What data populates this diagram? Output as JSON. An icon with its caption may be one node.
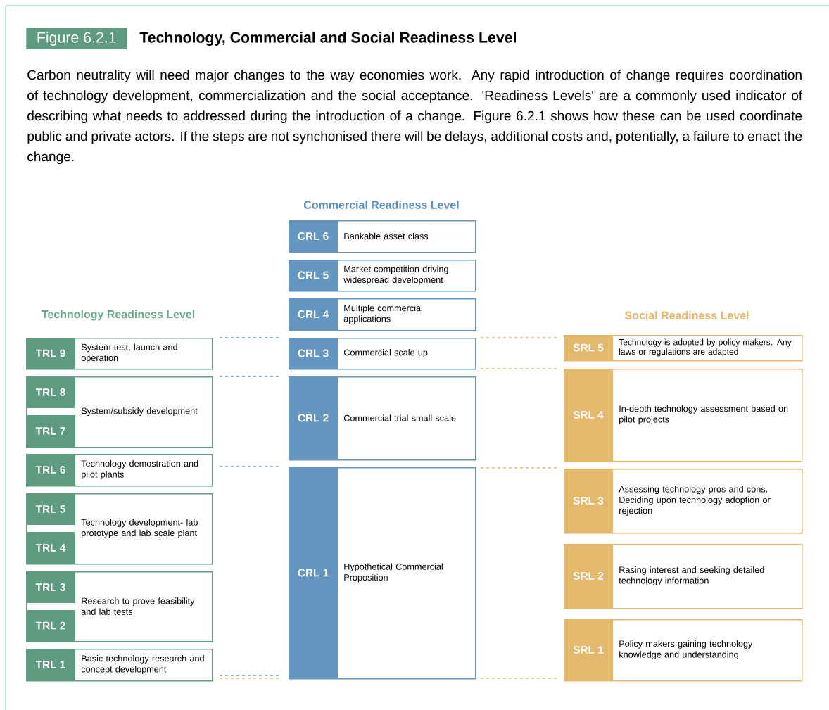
{
  "diagram": {
    "title": "Technology, Commercial and Social Readiness Level",
    "nodes": [
      {
        "text": [
          "TRL 9",
          "System test, launch and operation"
        ]
      },
      {
        "text": [
          "TRL 8",
          "TRL 7",
          "System/subsidy development"
        ]
      },
      {
        "text": [
          "TRL 6",
          "Technology demostration and pilot plants"
        ]
      },
      {
        "text": [
          "TRL 5",
          "TRL 4",
          "Technology development- lab prototype and lab scale plant"
        ]
      },
      {
        "text": [
          "TRL 3",
          "TRL 2",
          "Research to prove feasibility and lab tests"
        ]
      },
      {
        "text": [
          "TRL 1",
          "Basic technology research and concept development"
        ]
      },
      {
        "text": [
          "CRL 6",
          "Bankable asset class"
        ]
      },
      {
        "text": [
          "CRL 5",
          "Market competition driving widespread development"
        ]
      },
      {
        "text": [
          "CRL 4",
          "Multiple commercial applications"
        ]
      },
      {
        "text": [
          "CRL 3",
          "Commercial scale up"
        ]
      },
      {
        "text": [
          "CRL 2",
          "Commercial trial small scale"
        ]
      },
      {
        "text": [
          "CRL 1",
          "Hypothetical Commercial Proposition"
        ]
      },
      {
        "text": [
          "SRL 5",
          "Technology is adopted by policy makers. Any laws or regulations are adapted"
        ]
      },
      {
        "text": [
          "SRL 4",
          "In-depth technology assessment based on pilot projects"
        ]
      },
      {
        "text": [
          "SRL 3",
          "Assessing technology pros and cons. Deciding upon technology adoption or rejection"
        ]
      },
      {
        "text": [
          "SRL 2",
          "Rasing interest and seeking detailed technology information"
        ]
      },
      {
        "text": [
          "SRL 1",
          "Policy makers gaining technology knowledge and understanding"
        ]
      }
    ],
    "labels": [
      "Figure 6.2.1",
      "Carbon neutrality will need major changes to the way economies work. Any rapid introduction of change requires coordination of technology development, commercialization and the social acceptance. 'Readiness Levels' are a commonly used indicator of describing what needs to addressed during the introduction of a change. Figure 6.2.1 shows how these can be used coordinate public and private actors. If the steps are not synchonised there will be delays, additional costs and, potentially, a failure to enact the change.",
      "Commercial Readiness Level",
      "Technology Readiness Level",
      "Social Readiness Level"
    ]
  }
}
